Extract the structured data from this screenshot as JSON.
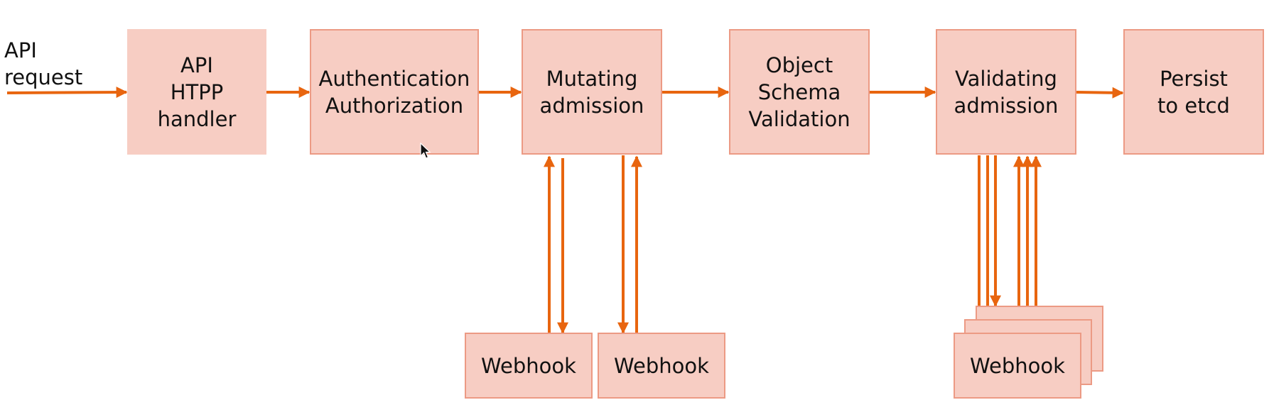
{
  "diagram": {
    "input_label": "API\nrequest",
    "stages": [
      {
        "id": "api-handler",
        "label": "API\nHTPP\nhandler"
      },
      {
        "id": "authn-authz",
        "label": "Authentication\nAuthorization"
      },
      {
        "id": "mutating-admission",
        "label": "Mutating\nadmission"
      },
      {
        "id": "schema-validation",
        "label": "Object\nSchema\nValidation"
      },
      {
        "id": "validating-admission",
        "label": "Validating\nadmission"
      },
      {
        "id": "persist-etcd",
        "label": "Persist\nto etcd"
      }
    ],
    "webhooks": {
      "mutating_1": "Webhook",
      "mutating_2": "Webhook",
      "validating_stack": "Webhook"
    }
  },
  "colors": {
    "arrow": "#e8650f",
    "box_fill": "#f7cdc3",
    "box_border": "#ec9a84",
    "text": "#111111"
  },
  "icons": [
    "mouse-pointer-icon"
  ]
}
